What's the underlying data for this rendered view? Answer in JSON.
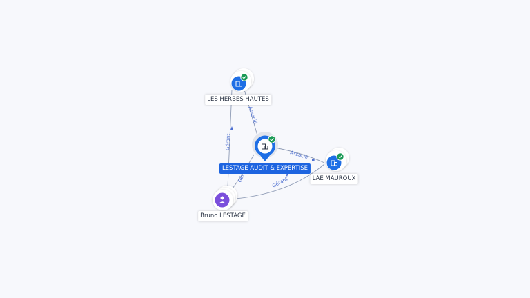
{
  "nodes": {
    "herbes": {
      "label": "LES HERBES HAUTES",
      "type": "company",
      "verified": true
    },
    "lestage_audit": {
      "label": "LESTAGE AUDIT & EXPERTISE",
      "type": "company",
      "verified": true,
      "selected": true
    },
    "lae": {
      "label": "LAE MAUROUX",
      "type": "company",
      "verified": true
    },
    "bruno": {
      "label": "Bruno LESTAGE",
      "type": "person"
    }
  },
  "edges": [
    {
      "from": "lestage_audit",
      "to": "herbes",
      "label": "Associé"
    },
    {
      "from": "lestage_audit",
      "to": "lae",
      "label": "Associé"
    },
    {
      "from": "bruno",
      "to": "herbes",
      "label": "Gérant"
    },
    {
      "from": "bruno",
      "to": "lestage_audit",
      "label": "Gér"
    },
    {
      "from": "bruno",
      "to": "lae",
      "label": "Gérant"
    }
  ],
  "colors": {
    "company": "#1f6fe5",
    "person": "#7b4fdc",
    "verified": "#1a9a55",
    "edge": "#8e9bb5",
    "edge_label": "#4d6fd1",
    "selected_label": "#1d64e0"
  },
  "icons": {
    "company": "building-icon",
    "person": "person-icon",
    "verified": "check-badge-icon"
  }
}
